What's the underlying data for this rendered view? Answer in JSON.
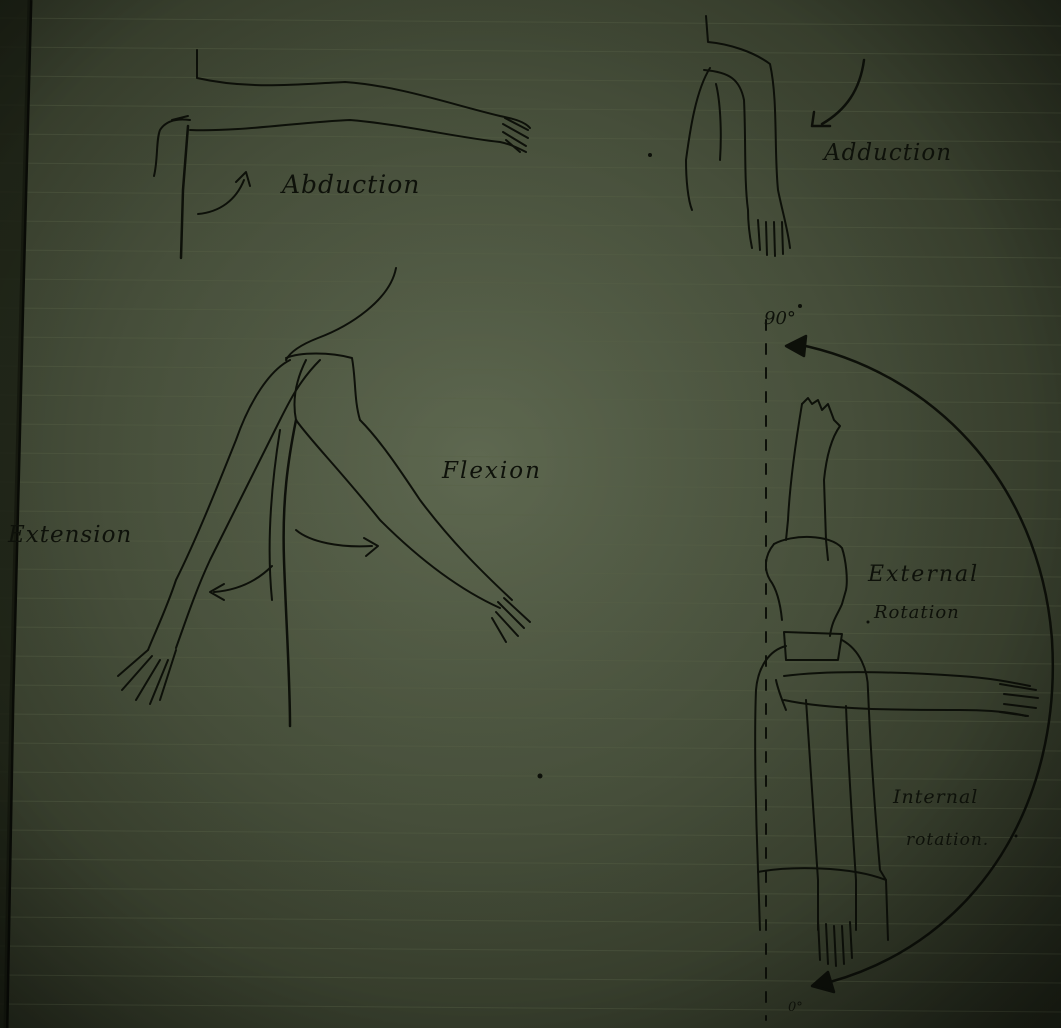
{
  "labels": {
    "abduction": "Abduction",
    "adduction": "Adduction",
    "flexion": "Flexion",
    "extension": "Extension",
    "external_rotation_line1": "External",
    "external_rotation_line2": "Rotation",
    "internal_rotation_line1": "Internal",
    "internal_rotation_line2": "rotation.",
    "angle_top": "90°",
    "angle_bottom": "0°"
  },
  "colors": {
    "paper": "#4c553f",
    "pencil": "#0e110a",
    "ruled_line": "#5a6449"
  }
}
